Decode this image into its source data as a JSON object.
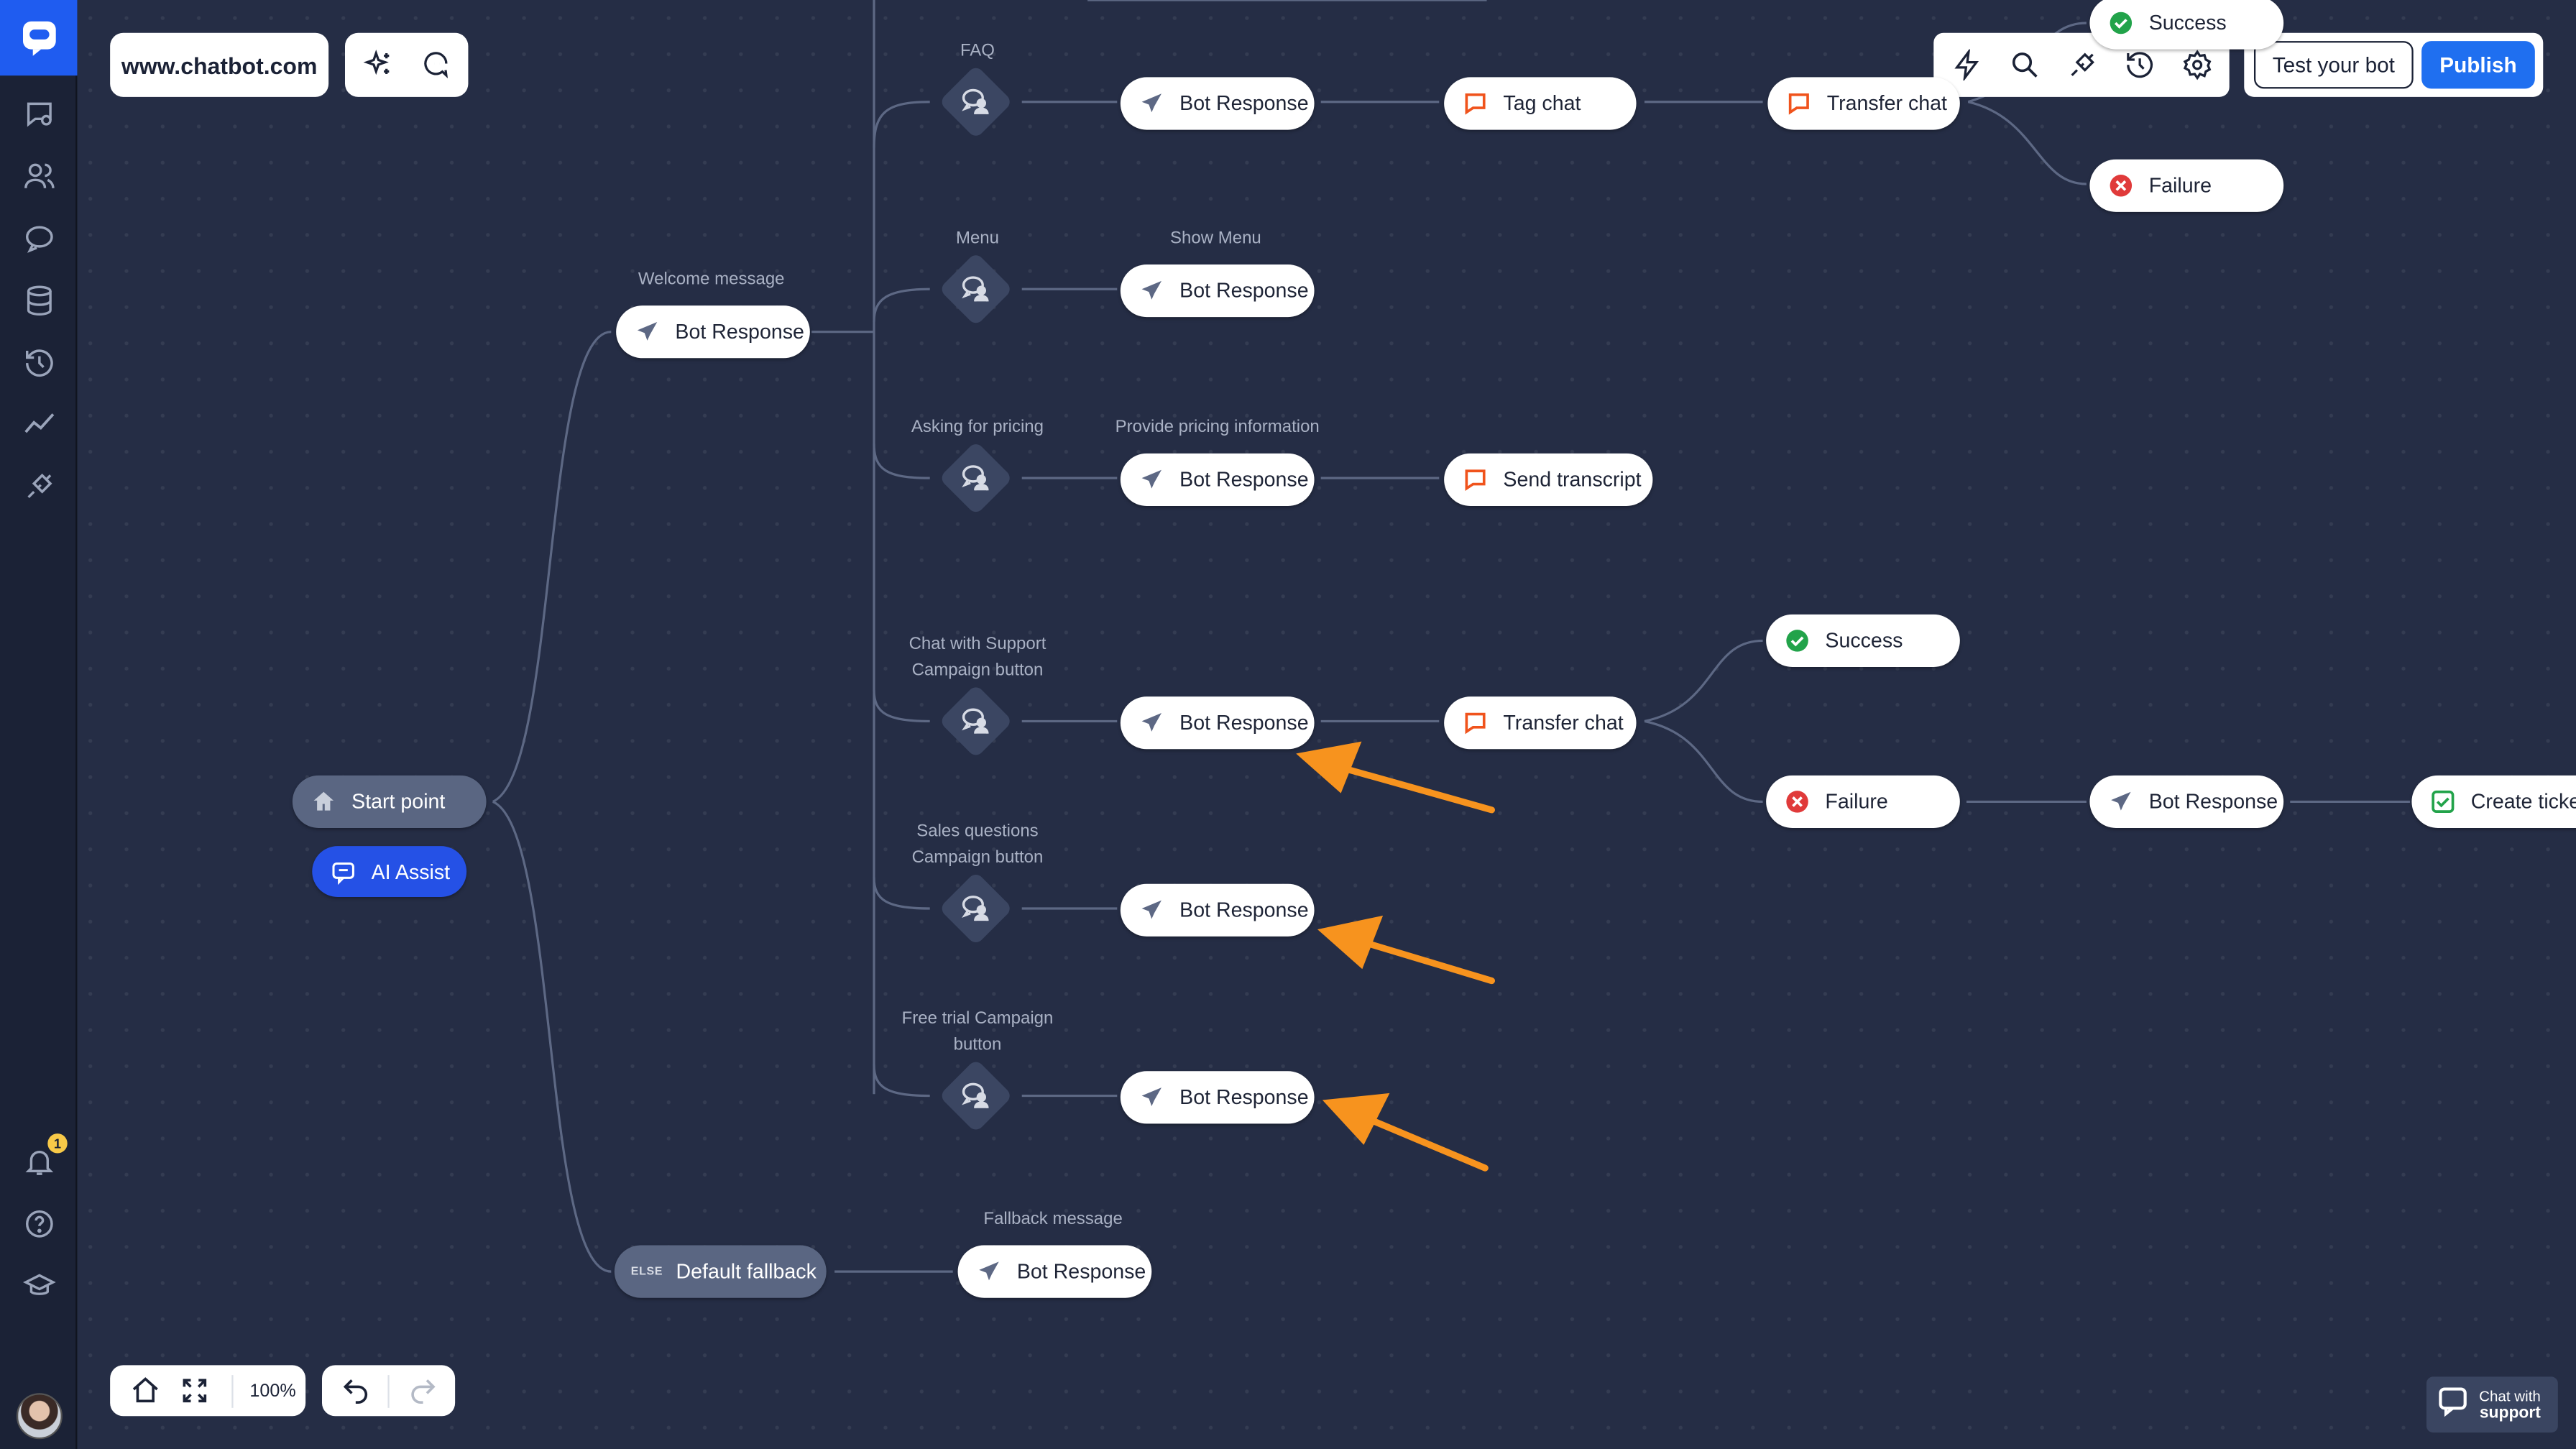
{
  "topbar": {
    "domain": "www.chatbot.com",
    "test_label": "Test your bot",
    "publish_label": "Publish"
  },
  "sidebar": {
    "items": [
      "chatbot-logo-icon",
      "conversations-icon",
      "users-icon",
      "chat-icon",
      "database-icon",
      "history-icon",
      "analytics-icon",
      "integrations-icon"
    ],
    "notifications_count": "1"
  },
  "flow": {
    "start_label": "Start point",
    "ai_assist_label": "AI Assist",
    "fallback_tag": "ELSE",
    "fallback_label": "Default fallback",
    "welcome_caption": "Welcome message",
    "fallback_caption": "Fallback message",
    "bot_response": "Bot Response",
    "intents": {
      "faq": "FAQ",
      "menu": "Menu",
      "pricing": "Asking for pricing",
      "support": "Chat with Support Campaign button",
      "sales": "Sales questions Campaign button",
      "trial": "Free trial Campaign button"
    },
    "captions": {
      "show_menu": "Show Menu",
      "pricing_info": "Provide pricing information"
    },
    "actions": {
      "tag_chat": "Tag chat",
      "transfer_chat": "Transfer chat",
      "send_transcript": "Send transcript",
      "success": "Success",
      "failure": "Failure",
      "create_ticket": "Create ticket"
    }
  },
  "bottom": {
    "zoom": "100%",
    "support_line1": "Chat with",
    "support_line2": "support"
  },
  "colors": {
    "canvas": "#252d45",
    "sidebar": "#1b2236",
    "accent": "#1f6ff0",
    "action_orange": "#f0531c",
    "success_green": "#22a34a",
    "failure_red": "#e03a3a",
    "arrow_orange": "#f7931e"
  }
}
